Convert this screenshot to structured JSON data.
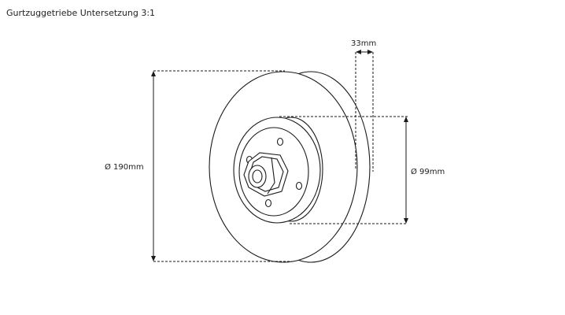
{
  "page": {
    "title": "Gurtzuggetriebe Untersetzung 3:1"
  },
  "dimensions": {
    "outer_diameter": "Ø 190mm",
    "hub_diameter": "Ø 99mm",
    "width": "33mm"
  },
  "icons": {
    "pulley": "belt-pulley-drawing"
  }
}
